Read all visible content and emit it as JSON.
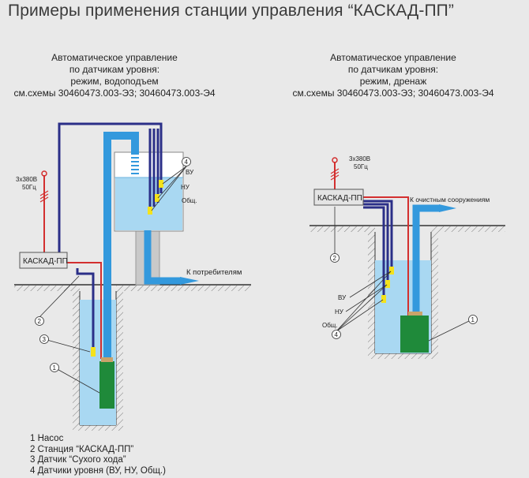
{
  "title": "Примеры применения станции управления “КАСКАД-ПП”",
  "left": {
    "caption": [
      "Автоматическое управление",
      "по датчикам уровня:",
      "режим, водоподъем",
      "см.схемы 30460473.003-Э3; 30460473.003-Э4"
    ],
    "power": [
      "3x380В",
      "50Гц"
    ],
    "station": "КАСКАД-ПП",
    "consumers": "К потребителям",
    "sensors": [
      "ВУ",
      "НУ",
      "Общ."
    ],
    "markers": [
      "1",
      "2",
      "3",
      "4"
    ]
  },
  "right": {
    "caption": [
      "Автоматическое управление",
      "по датчикам уровня:",
      "режим, дренаж",
      "см.схемы 30460473.003-Э3; 30460473.003-Э4"
    ],
    "power": [
      "3x380В",
      "50Гц"
    ],
    "station": "КАСКАД-ПП",
    "destination": "К очистным сооружениям",
    "sensors": [
      "ВУ",
      "НУ",
      "Общ."
    ],
    "markers": [
      "1",
      "2",
      "4"
    ]
  },
  "legend": [
    "1 Насос",
    "2 Станция “КАСКАД-ПП”",
    "3 Датчик “Сухого хода”",
    "4 Датчики уровня (ВУ, НУ, Общ.)"
  ],
  "colors": {
    "water": "#a9d8f2",
    "pipe": "#3399dd",
    "cable": "#2b2f88",
    "power": "#d32f2f",
    "pump": "#1f8a3a",
    "sensor": "#f4e21c"
  }
}
